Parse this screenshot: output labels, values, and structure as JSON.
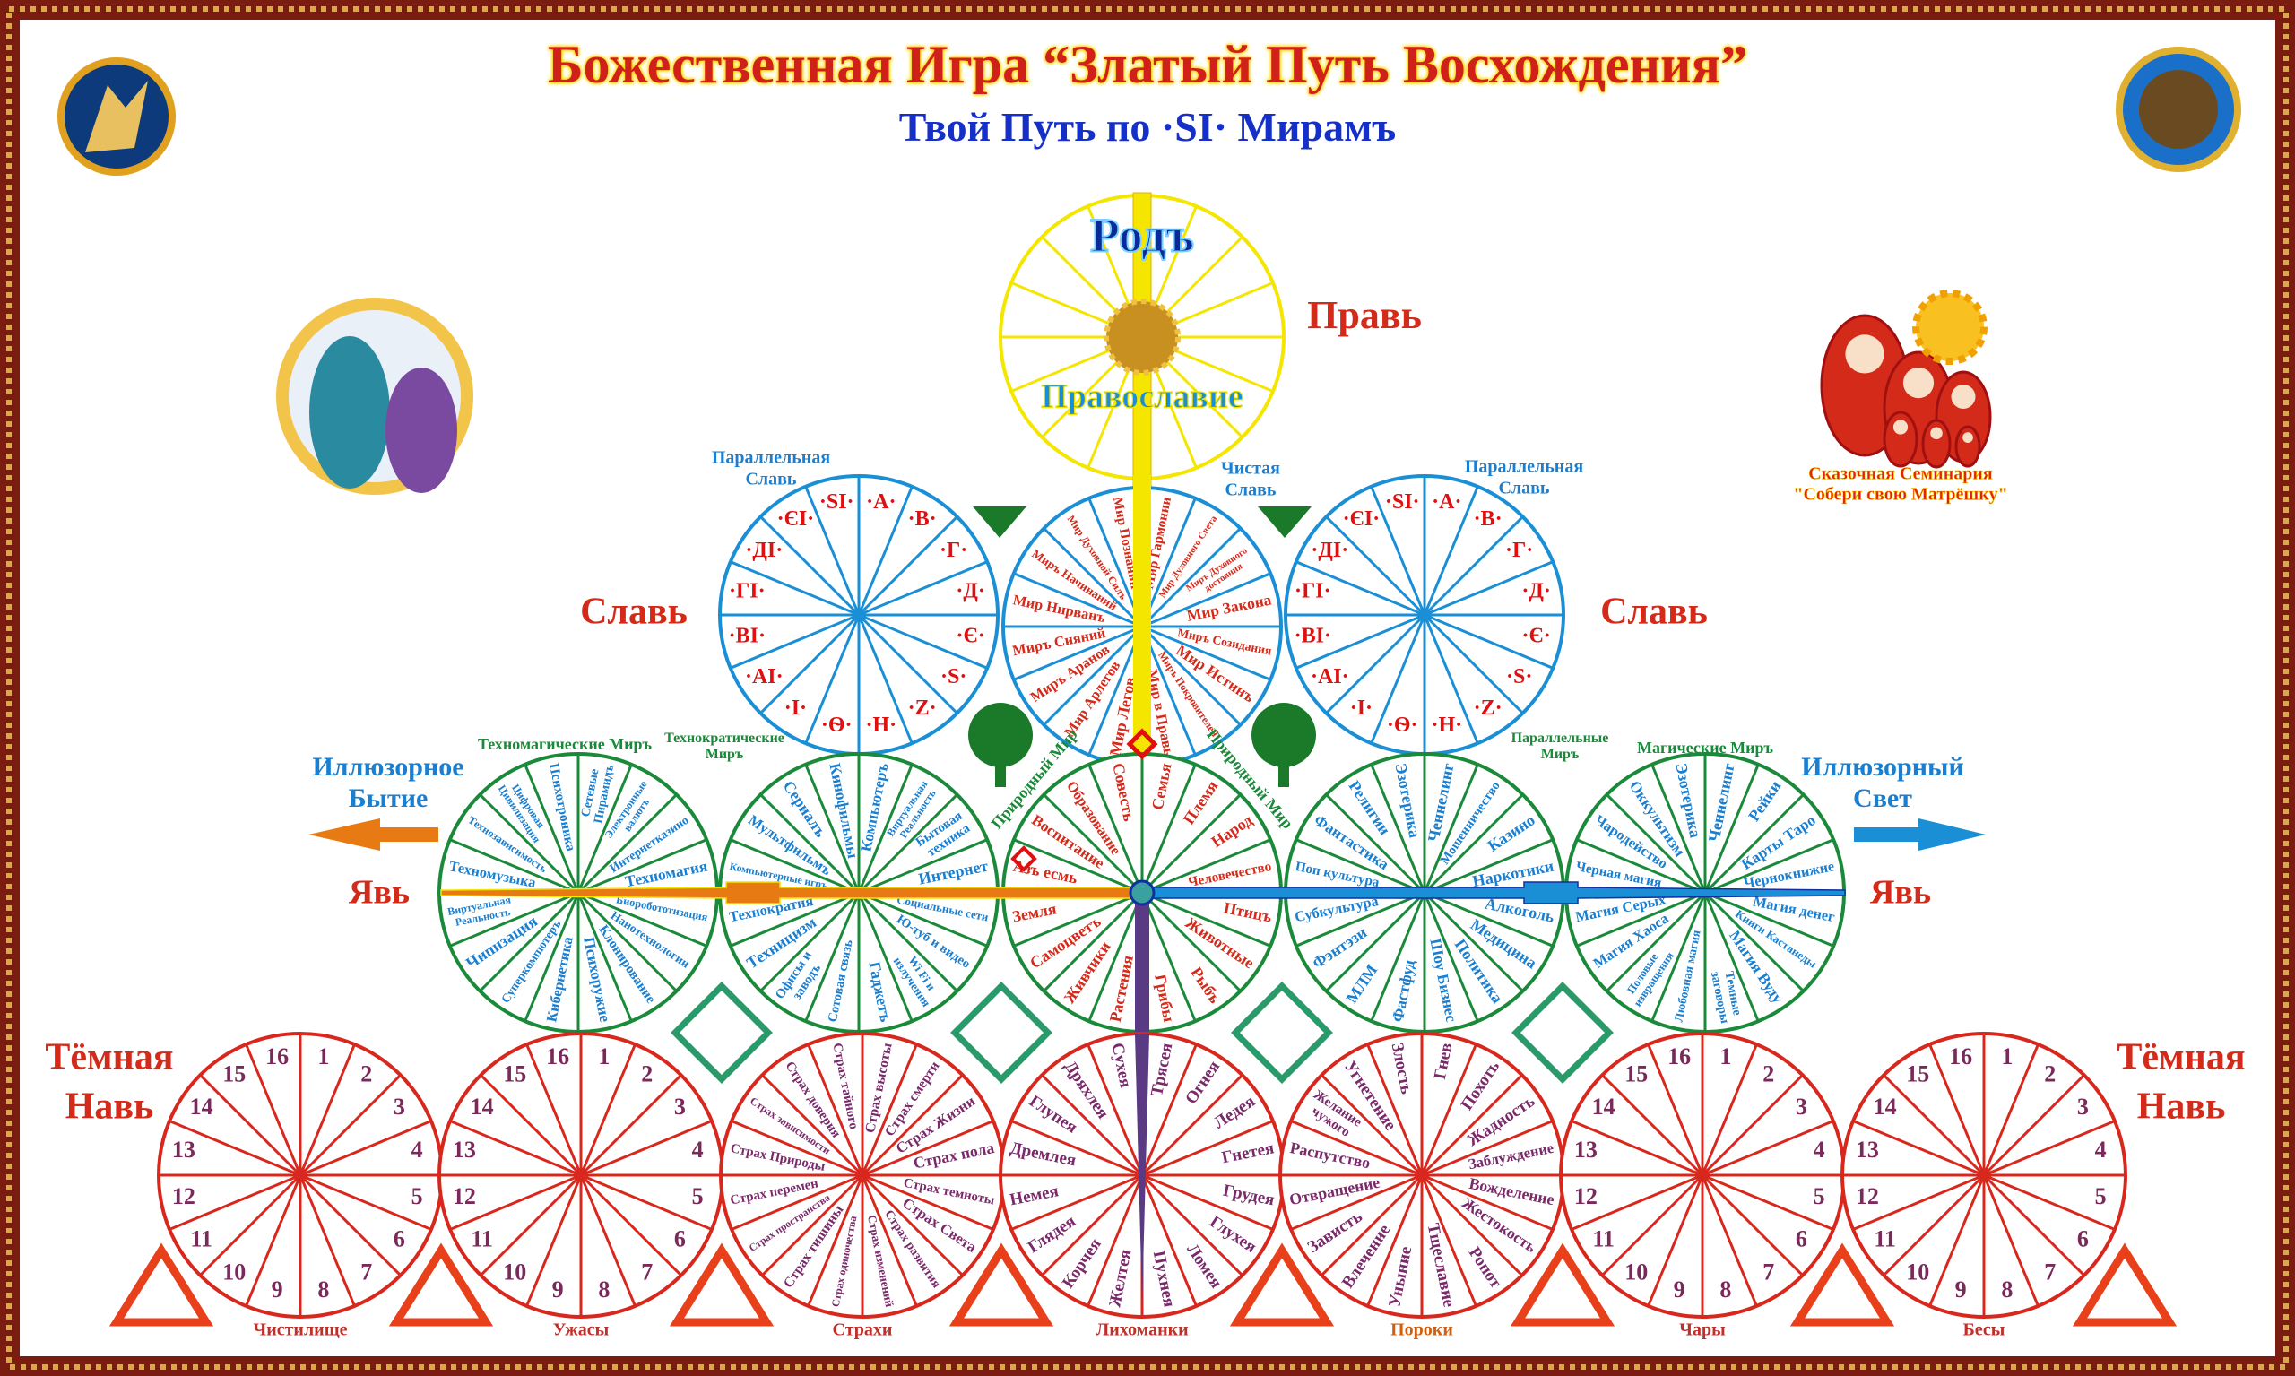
{
  "header": {
    "title": "Божественная Игра “Златый Путь Восхождения”",
    "subtitle": "Твой Путь по ·ЅІ· Мирамъ"
  },
  "seminar": {
    "line1": "Сказочная Семинария",
    "line2": "\"Собери свою Матрёшку\""
  },
  "realms": {
    "prav": "Правь",
    "slav_left": "Славь",
    "slav_right": "Славь",
    "illusory_being": [
      "Иллюзорное",
      "Бытие"
    ],
    "illusory_light": [
      "Иллюзорный",
      "Свет"
    ],
    "yav_left": "Явь",
    "yav_right": "Явь",
    "dark_nav_left": [
      "Тёмная",
      "Навь"
    ],
    "dark_nav_right": [
      "Тёмная",
      "Навь"
    ]
  },
  "rod": {
    "title": "Родъ",
    "subtitle": "Православие"
  },
  "colors": {
    "yellow": "#f5e600",
    "blue": "#1a8fd6",
    "green": "#1a8a3a",
    "red": "#d8281e",
    "orange": "#e87a14",
    "purple": "#5a3a82",
    "label_red": "#d42a1a",
    "label_blue": "#1a7fd0"
  },
  "wheels": {
    "blue": [
      {
        "title": [
          "Параллельная",
          "Славь"
        ],
        "sectors": [
          "·А·",
          "·В·",
          "·Г·",
          "·Д·",
          "·Є·",
          "·Ѕ·",
          "·Z·",
          "·Н·",
          "·Ѳ·",
          "·І·",
          "·АІ·",
          "·ВІ·",
          "·ГІ·",
          "·ДІ·",
          "·ЄІ·",
          "·ЅІ·"
        ]
      },
      {
        "title": [
          "Чистая",
          "Славь"
        ],
        "sectors": [
          "Мир Гармонии",
          "Мир Духовного Света",
          "Миръ Духовного достояния",
          "Мир Закона",
          "Миръ Созидания",
          "Мир Истинъ",
          "Миръ Покровителей",
          "Мир в Правь",
          "Мир Легов",
          "Мир Арлегов",
          "Миръ Аранов",
          "Миръ Сияний",
          "Мир Нирванъ",
          "Миръ Начинаний",
          "Мир Духовной Силъ",
          "Мир Познаний"
        ]
      },
      {
        "title": [
          "Параллельная",
          "Славь"
        ],
        "sectors": [
          "·А·",
          "·В·",
          "·Г·",
          "·Д·",
          "·Є·",
          "·Ѕ·",
          "·Z·",
          "·Н·",
          "·Ѳ·",
          "·І·",
          "·АІ·",
          "·ВІ·",
          "·ГІ·",
          "·ДІ·",
          "·ЄІ·",
          "·ЅІ·"
        ]
      }
    ],
    "green": [
      {
        "title": "Техномагические Миръ",
        "sectors": [
          "Сетевые Пирамидъ",
          "Электронные валютъ",
          "Интернетказино",
          "Техномагия",
          "Биоробототизация",
          "Нанотехнологии",
          "Клонирование",
          "Психоружие",
          "Кибернетика",
          "Суперкомпютеръ",
          "Чипизация",
          "Виртуальная Реальность",
          "Техномузыка",
          "Технозависимость",
          "Цифровая Цивилизация",
          "Психотроника"
        ]
      },
      {
        "title": "Технократические Миръ",
        "sectors": [
          "Компьютеръ",
          "Виртуальная Реальность",
          "Бытовая техника",
          "Интернет",
          "Социальные сети",
          "Ю-туб и видео",
          "Wi Fi и излучения",
          "Гаджетъ",
          "Сотовая связь",
          "Офисы и заводъ",
          "Техницизм",
          "Технократия",
          "Компьютерные игръ",
          "Мультфильмъ",
          "Сериалъ",
          "Кинофильмы"
        ]
      },
      {
        "title": "Природный Мир",
        "title2": "Природный Мир",
        "sectors": [
          "Семья",
          "Племя",
          "Народ",
          "Человечество",
          "Птицъ",
          "Животные",
          "Рыбъ",
          "Грибы",
          "Растения",
          "Живчики",
          "Самоцветъ",
          "Земля",
          "Азъ есмь",
          "Воспитание",
          "Образование",
          "Совесть"
        ]
      },
      {
        "title": "Параллельные Миръ",
        "sectors": [
          "Ченнелинг",
          "Мошенничество",
          "Казино",
          "Наркотики",
          "Алкоголь",
          "Медицина",
          "Политика",
          "Шоу Бизнес",
          "Фастфуд",
          "МЛМ",
          "Фэнтэзи",
          "Субкультура",
          "Поп культура",
          "Фантастика",
          "Религии",
          "Эзотерика"
        ]
      },
      {
        "title": "Магические Миръ",
        "sectors": [
          "Ченнелинг",
          "Рейки",
          "Карты Таро",
          "Чернокнижие",
          "Магия денег",
          "Книги Кастанеды",
          "Магия Вуду",
          "Темные заговоры",
          "Любовная магия",
          "Половые извращения",
          "Магия Хаоса",
          "Магия Серых",
          "Черная магия",
          "Чародейство",
          "Оккультизм",
          "Эзотерика"
        ]
      }
    ],
    "red": [
      {
        "title": "Чистилище",
        "sectors": [
          "1",
          "2",
          "3",
          "4",
          "5",
          "6",
          "7",
          "8",
          "9",
          "10",
          "11",
          "12",
          "13",
          "14",
          "15",
          "16"
        ]
      },
      {
        "title": "Ужасы",
        "sectors": [
          "1",
          "2",
          "3",
          "4",
          "5",
          "6",
          "7",
          "8",
          "9",
          "10",
          "11",
          "12",
          "13",
          "14",
          "15",
          "16"
        ]
      },
      {
        "title": "Страхи",
        "sectors": [
          "Страх высоты",
          "Страх смерти",
          "Страх Жизни",
          "Страх пола",
          "Страх темноты",
          "Страх Света",
          "Страх развития",
          "Страх изменений",
          "Страх одиночества",
          "Страх тишины",
          "Страх пространства",
          "Страх перемен",
          "Страх Природы",
          "Страх зависимости",
          "Страх доверия",
          "Страх тайного"
        ]
      },
      {
        "title": "Лихоманки",
        "sectors": [
          "Трясея",
          "Огнея",
          "Ледея",
          "Гнетея",
          "Грудея",
          "Глухея",
          "Ломея",
          "Пухнея",
          "Желтея",
          "Корчея",
          "Глядея",
          "Немея",
          "Дремлея",
          "Глупея",
          "Дряхлея",
          "Сухея"
        ]
      },
      {
        "title": "Пороки",
        "sectors": [
          "Гнев",
          "Похоть",
          "Жадность",
          "Заблуждение",
          "Вожделение",
          "Жестокость",
          "Ропот",
          "Тщеславие",
          "Уныние",
          "Влечение",
          "Зависть",
          "Отвращение",
          "Распутство",
          "Желание чужого",
          "Угнетение",
          "Злость"
        ]
      },
      {
        "title": "Чары",
        "sectors": [
          "1",
          "2",
          "3",
          "4",
          "5",
          "6",
          "7",
          "8",
          "9",
          "10",
          "11",
          "12",
          "13",
          "14",
          "15",
          "16"
        ]
      },
      {
        "title": "Бесы",
        "sectors": [
          "1",
          "2",
          "3",
          "4",
          "5",
          "6",
          "7",
          "8",
          "9",
          "10",
          "11",
          "12",
          "13",
          "14",
          "15",
          "16"
        ]
      }
    ]
  }
}
